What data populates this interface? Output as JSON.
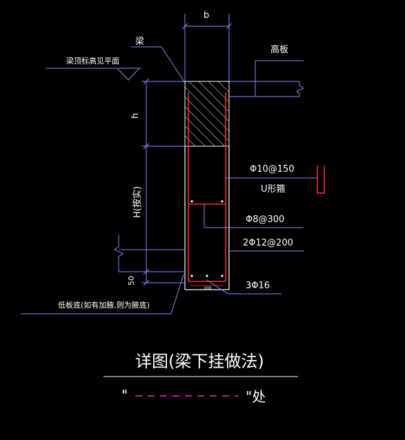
{
  "labels": {
    "b": "b",
    "beam": "梁",
    "beam_top_ref": "梁顶标高见平面",
    "high_slab": "高板",
    "h": "h",
    "H_length": "H(按实)",
    "dim_50": "50",
    "stirrup_spec": "Φ10@150",
    "stirrup_type": "U形箍",
    "hanger_bars": "Φ8@300",
    "side_bars": "2Φ12@200",
    "bottom_bars": "3Φ16",
    "tiny_dim": "200",
    "low_slab_bottom": "低板底(如有加腋,则为腋底)",
    "detail_title": "详图(梁下挂做法)",
    "quote_open": "\"",
    "quote_close": "\"处"
  },
  "colors": {
    "background": "#000000",
    "dimension": "#8f86ff",
    "outline": "#ffffff",
    "rebar": "#ff2b2b",
    "hatch": "#ffffff",
    "dash": "#ff2bd6"
  }
}
